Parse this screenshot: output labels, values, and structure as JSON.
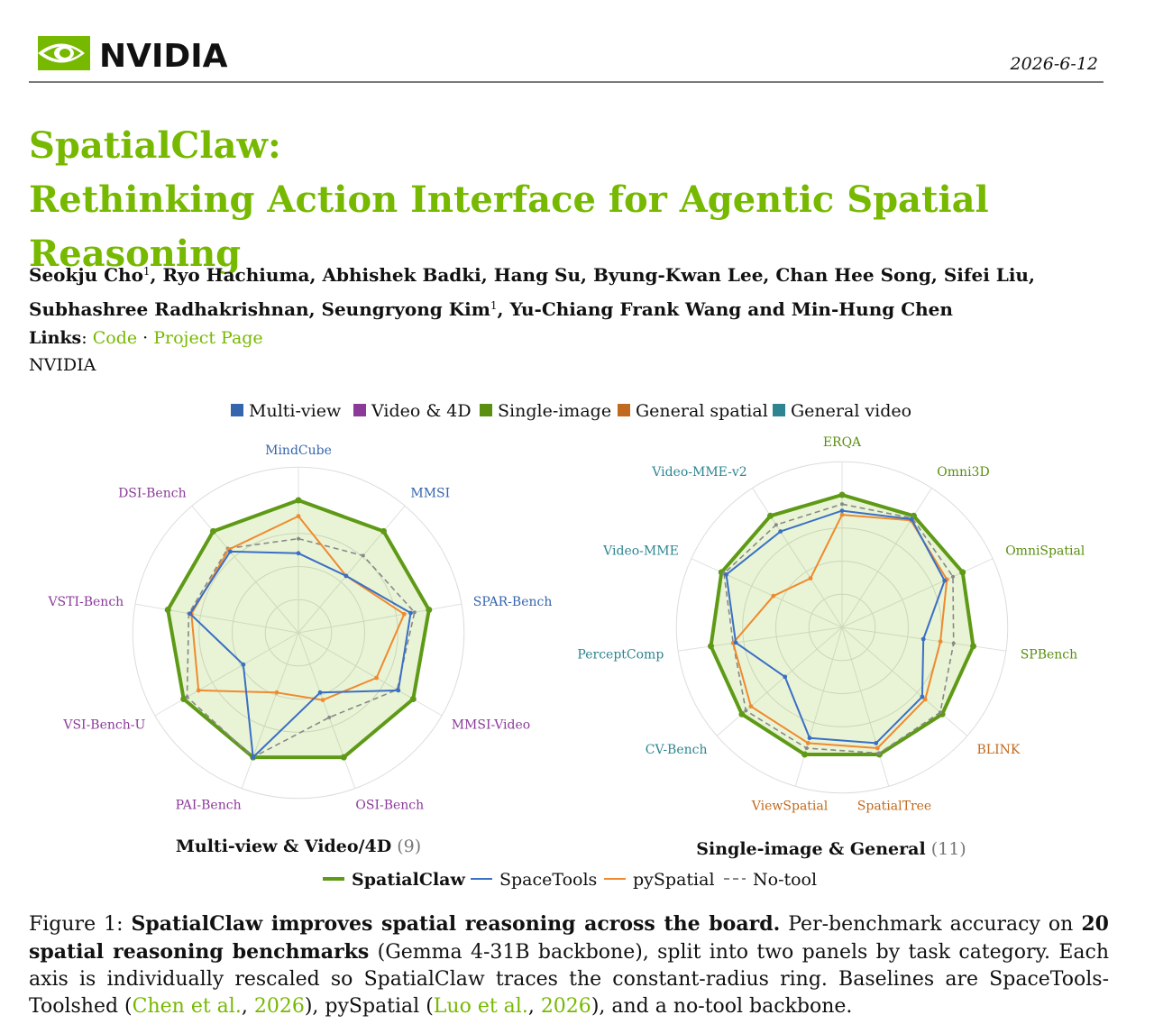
{
  "header": {
    "logo_text": "NVIDIA",
    "date": "2026-6-12"
  },
  "paper": {
    "title_line1": "SpatialClaw:",
    "title_line2": "Rethinking Action Interface for Agentic Spatial Reasoning",
    "authors": [
      {
        "name": "Seokju Cho",
        "sup": "1",
        "sep": ", "
      },
      {
        "name": "Ryo Hachiuma",
        "sep": ", "
      },
      {
        "name": "Abhishek Badki",
        "sep": ", "
      },
      {
        "name": "Hang Su",
        "sep": ", "
      },
      {
        "name": "Byung-Kwan Lee",
        "sep": ", "
      },
      {
        "name": "Chan Hee Song",
        "sep": ", "
      },
      {
        "name": "Sifei Liu",
        "sep": ", "
      },
      {
        "name": "Subhashree Radhakrishnan",
        "sep": ", "
      },
      {
        "name": "Seungryong Kim",
        "sup": "1",
        "sep": ", "
      },
      {
        "name": "Yu-Chiang Frank Wang",
        "sep": " and "
      },
      {
        "name": "Min-Hung Chen",
        "sep": ""
      }
    ],
    "links_label": "Links",
    "link_code": "Code",
    "link_sep": "·",
    "link_project": "Project Page",
    "affiliation": "NVIDIA"
  },
  "chart_data": [
    {
      "type": "radar",
      "title": "Multi-view & Video/4D",
      "count": "(9)",
      "axes": [
        {
          "name": "MindCube",
          "category": "Multi-view"
        },
        {
          "name": "MMSI",
          "category": "Multi-view"
        },
        {
          "name": "SPAR-Bench",
          "category": "Multi-view"
        },
        {
          "name": "MMSI-Video",
          "category": "Video & 4D"
        },
        {
          "name": "OSI-Bench",
          "category": "Video & 4D"
        },
        {
          "name": "PAI-Bench",
          "category": "Video & 4D"
        },
        {
          "name": "VSI-Bench-U",
          "category": "Video & 4D"
        },
        {
          "name": "VSTI-Bench",
          "category": "Video & 4D"
        },
        {
          "name": "DSI-Bench",
          "category": "Video & 4D"
        }
      ],
      "series": [
        {
          "name": "SpatialClaw",
          "values": [
            1.0,
            1.0,
            1.0,
            1.0,
            1.0,
            1.0,
            1.0,
            1.0,
            1.0
          ]
        },
        {
          "name": "SpaceTools",
          "values": [
            0.6,
            0.56,
            0.86,
            0.87,
            0.48,
            1.0,
            0.48,
            0.83,
            0.8
          ]
        },
        {
          "name": "pySpatial",
          "values": [
            0.88,
            0.56,
            0.81,
            0.68,
            0.54,
            0.48,
            0.87,
            0.82,
            0.82
          ]
        },
        {
          "name": "No-tool",
          "values": [
            0.71,
            0.76,
            0.89,
            0.86,
            0.68,
            1.0,
            0.97,
            0.84,
            0.83
          ]
        }
      ]
    },
    {
      "type": "radar",
      "title": "Single-image & General",
      "count": "(11)",
      "axes": [
        {
          "name": "ERQA",
          "category": "Single-image"
        },
        {
          "name": "Omni3D",
          "category": "Single-image"
        },
        {
          "name": "OmniSpatial",
          "category": "Single-image"
        },
        {
          "name": "SPBench",
          "category": "Single-image"
        },
        {
          "name": "BLINK",
          "category": "General spatial"
        },
        {
          "name": "SpatialTree",
          "category": "General spatial"
        },
        {
          "name": "ViewSpatial",
          "category": "General spatial"
        },
        {
          "name": "CV-Bench",
          "category": "General video"
        },
        {
          "name": "PerceptComp",
          "category": "General video"
        },
        {
          "name": "Video-MME",
          "category": "General video"
        },
        {
          "name": "Video-MME-v2",
          "category": "General video"
        }
      ],
      "series": [
        {
          "name": "SpatialClaw",
          "values": [
            1.0,
            1.0,
            1.0,
            1.0,
            1.0,
            1.0,
            1.0,
            1.0,
            1.0,
            1.0,
            1.0
          ]
        },
        {
          "name": "SpaceTools",
          "values": [
            0.88,
            0.97,
            0.85,
            0.62,
            0.8,
            0.91,
            0.87,
            0.57,
            0.81,
            0.96,
            0.86
          ]
        },
        {
          "name": "pySpatial",
          "values": [
            0.85,
            0.96,
            0.87,
            0.75,
            0.83,
            0.95,
            0.91,
            0.91,
            0.83,
            0.57,
            0.44
          ]
        },
        {
          "name": "No-tool",
          "values": [
            0.93,
            0.98,
            0.92,
            0.85,
            0.98,
            0.99,
            0.95,
            0.96,
            0.83,
            0.98,
            0.92
          ]
        }
      ]
    }
  ],
  "category_legend": [
    {
      "name": "Multi-view",
      "color": "#3465ad"
    },
    {
      "name": "Video & 4D",
      "color": "#8b3a9a"
    },
    {
      "name": "Single-image",
      "color": "#5a8f10"
    },
    {
      "name": "General spatial",
      "color": "#c06a20"
    },
    {
      "name": "General video",
      "color": "#2c8590"
    }
  ],
  "series_legend": [
    {
      "name": "SpatialClaw",
      "color": "#5f9a17",
      "bold": true
    },
    {
      "name": "SpaceTools",
      "color": "#3a6fc4"
    },
    {
      "name": "pySpatial",
      "color": "#ef8a2e"
    },
    {
      "name": "No-tool",
      "color": "#888888",
      "dashed": true
    }
  ],
  "caption": {
    "fig_label": "Figure 1:",
    "bold_lead": "SpatialClaw improves spatial reasoning across the board.",
    "t1": "Per-benchmark accuracy on",
    "bold_count": "20 spatial reasoning benchmarks",
    "t2": "(Gemma 4-31B backbone), split into two panels by task category. Each axis is individually rescaled so SpatialClaw traces the constant-radius ring. Baselines are SpaceTools-Toolshed (",
    "cite1_authors": "Chen et al.",
    "cite1_year": "2026",
    "t3": "), pySpatial (",
    "cite2_authors": "Luo et al.",
    "cite2_year": "2026",
    "t4": "), and a no-tool backbone."
  }
}
